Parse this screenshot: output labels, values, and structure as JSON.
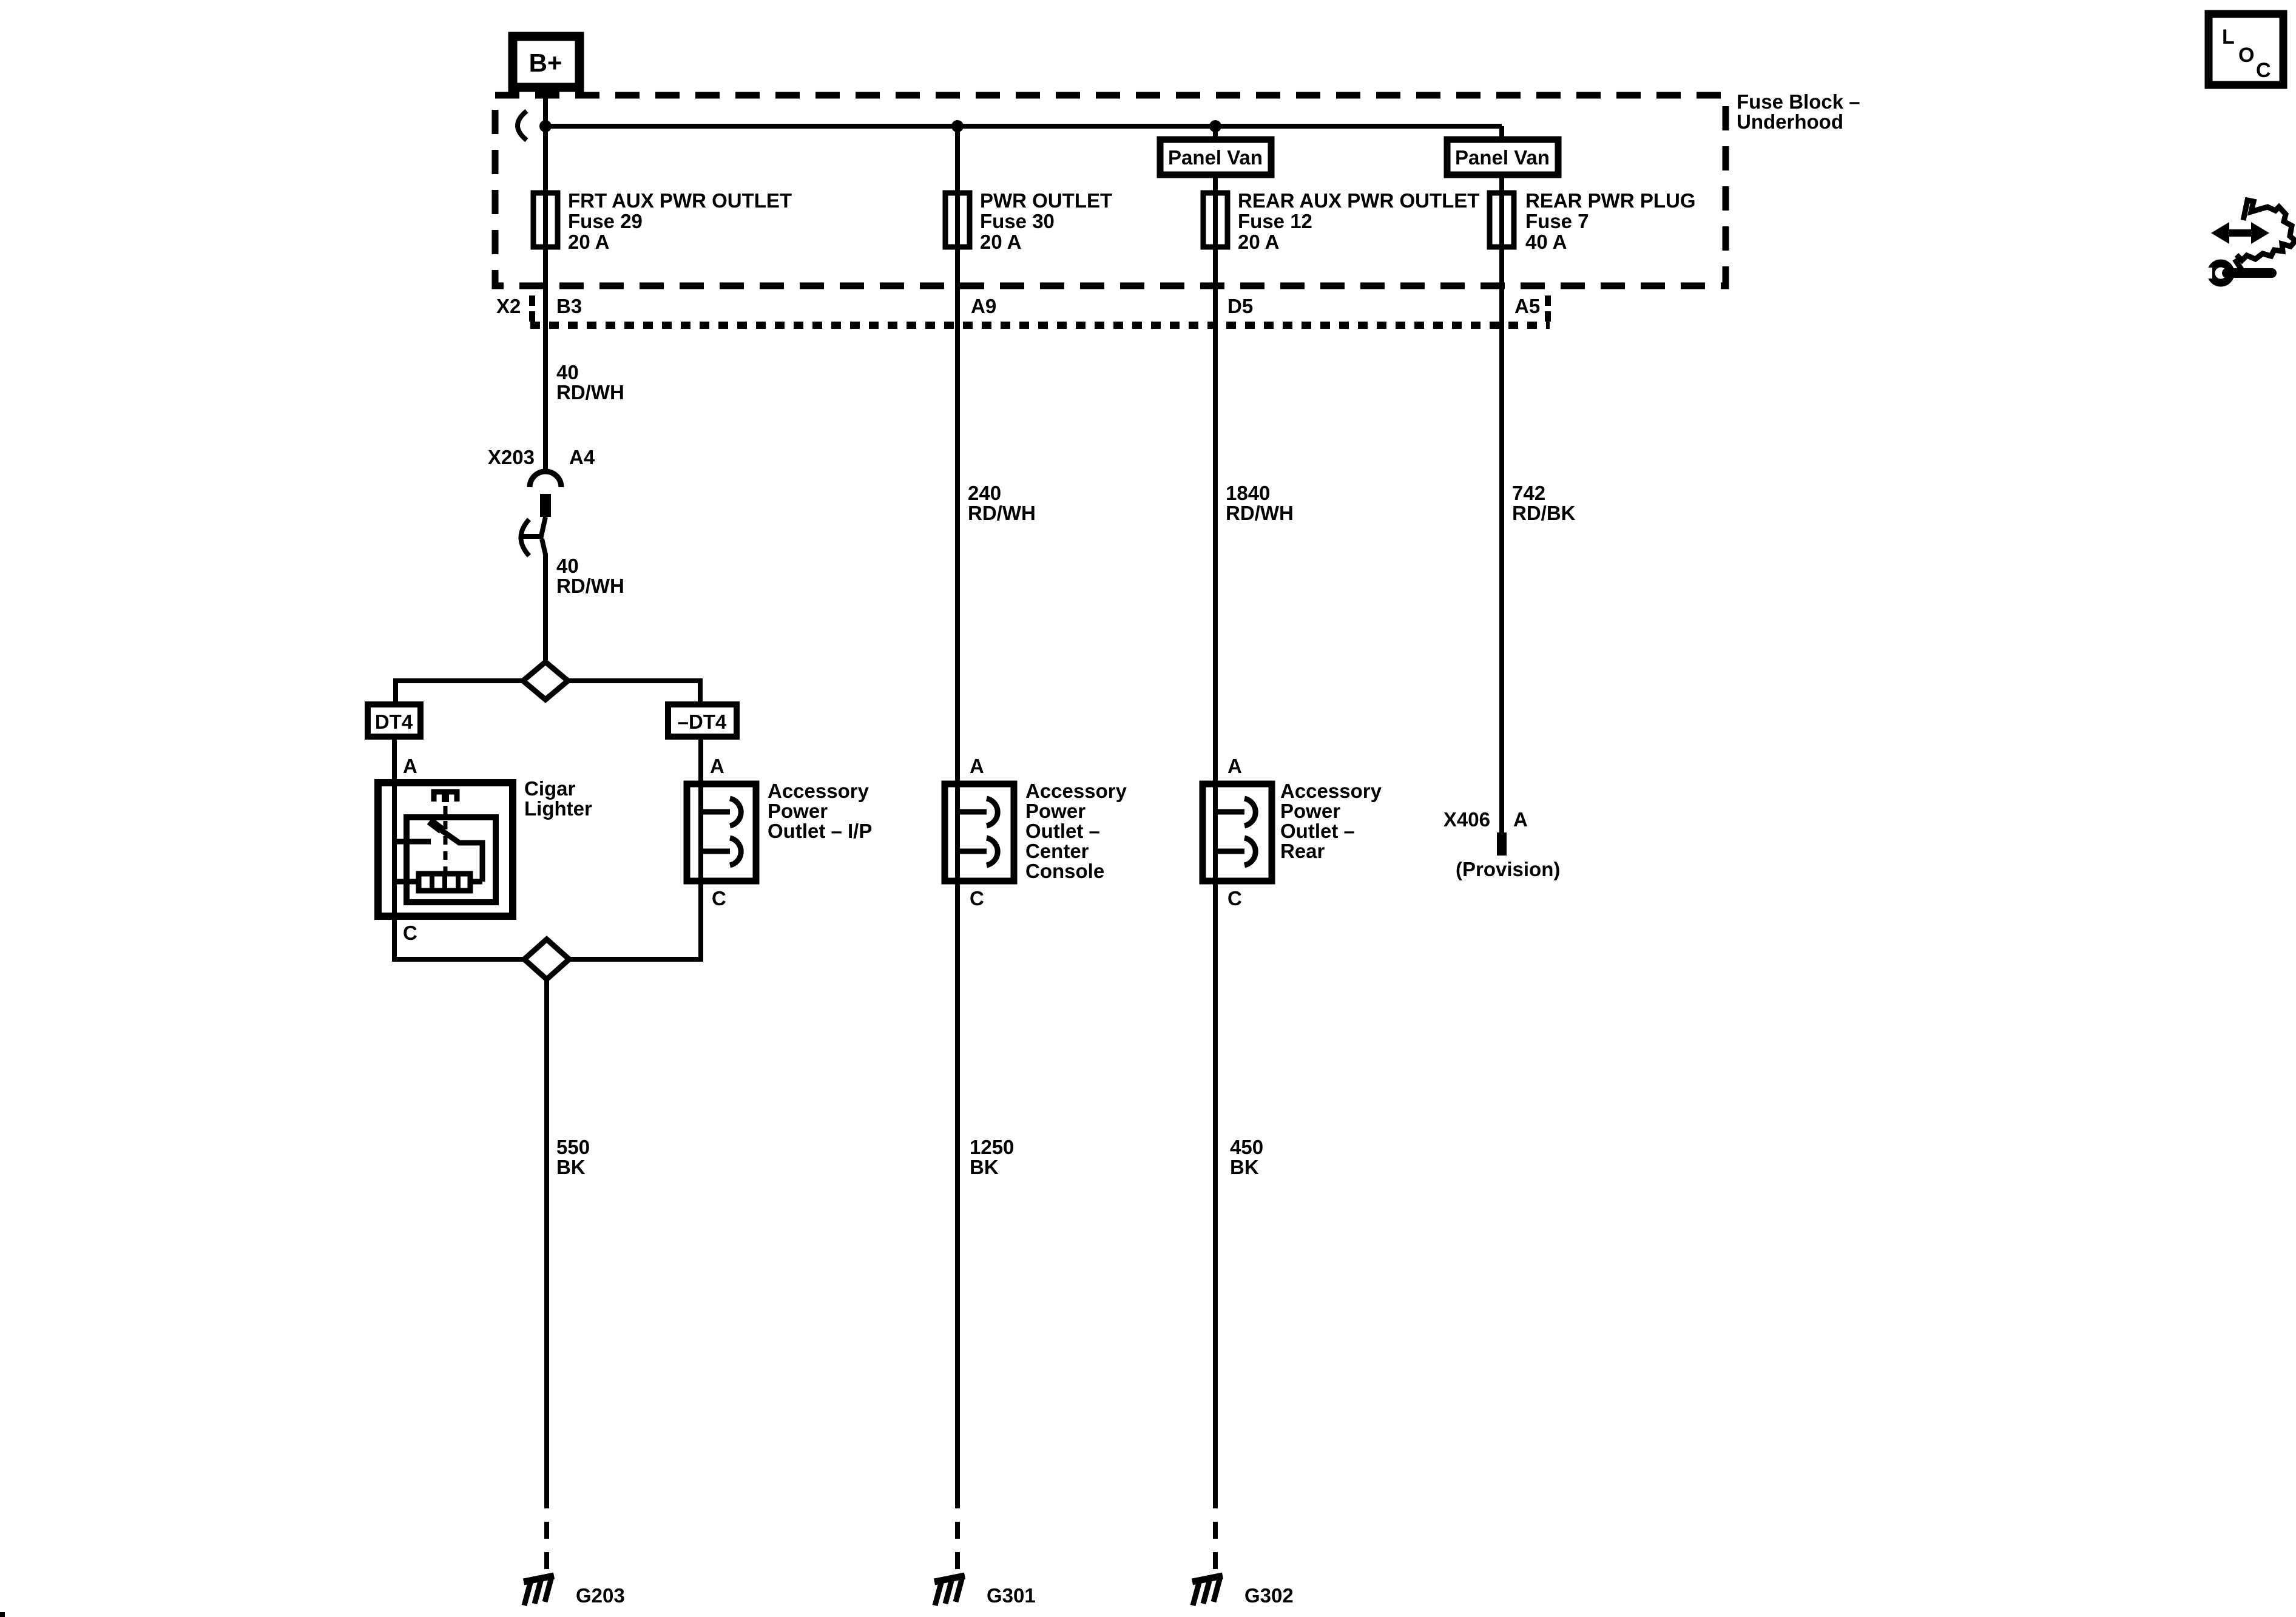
{
  "colors": {
    "ink": "#000000",
    "paper": "#ffffff"
  },
  "battery": {
    "label": "B+"
  },
  "fuse_block": {
    "name_line1": "Fuse Block –",
    "name_line2": "Underhood",
    "panel_van_left": "Panel Van",
    "panel_van_right": "Panel Van",
    "shell_label": "X2",
    "fuses": [
      {
        "name": "FRT AUX PWR OUTLET",
        "id": "Fuse 29",
        "rating": "20 A",
        "pin": "B3"
      },
      {
        "name": "PWR OUTLET",
        "id": "Fuse 30",
        "rating": "20 A",
        "pin": "A9"
      },
      {
        "name": "REAR AUX PWR OUTLET",
        "id": "Fuse 12",
        "rating": "20 A",
        "pin": "D5"
      },
      {
        "name": "REAR PWR PLUG",
        "id": "Fuse 7",
        "rating": "40 A",
        "pin": "A5"
      }
    ]
  },
  "inline_connector": {
    "name": "X203",
    "pin": "A4"
  },
  "splices": {
    "left_tag": "DT4",
    "right_tag": "–DT4"
  },
  "wires": {
    "w40_upper": {
      "circuit": "40",
      "color": "RD/WH"
    },
    "w40_lower": {
      "circuit": "40",
      "color": "RD/WH"
    },
    "w240": {
      "circuit": "240",
      "color": "RD/WH"
    },
    "w1840": {
      "circuit": "1840",
      "color": "RD/WH"
    },
    "w742": {
      "circuit": "742",
      "color": "RD/BK"
    },
    "w550": {
      "circuit": "550",
      "color": "BK"
    },
    "w1250": {
      "circuit": "1250",
      "color": "BK"
    },
    "w450": {
      "circuit": "450",
      "color": "BK"
    }
  },
  "components": {
    "cigar_lighter": {
      "line1": "Cigar",
      "line2": "Lighter",
      "pin_in": "A",
      "pin_out": "C"
    },
    "outlet_ip": {
      "line1": "Accessory",
      "line2": "Power",
      "line3": "Outlet – I/P",
      "pin_in": "A",
      "pin_out": "C"
    },
    "outlet_console": {
      "line1": "Accessory",
      "line2": "Power",
      "line3": "Outlet –",
      "line4": "Center",
      "line5": "Console",
      "pin_in": "A",
      "pin_out": "C"
    },
    "outlet_rear": {
      "line1": "Accessory",
      "line2": "Power",
      "line3": "Outlet –",
      "line4": "Rear",
      "pin_in": "A",
      "pin_out": "C"
    },
    "provision": {
      "name": "X406",
      "pin": "A",
      "note": "(Provision)"
    }
  },
  "grounds": {
    "g1": "G203",
    "g2": "G301",
    "g3": "G302"
  },
  "locator": {
    "l": "L",
    "o": "O",
    "c": "C"
  }
}
